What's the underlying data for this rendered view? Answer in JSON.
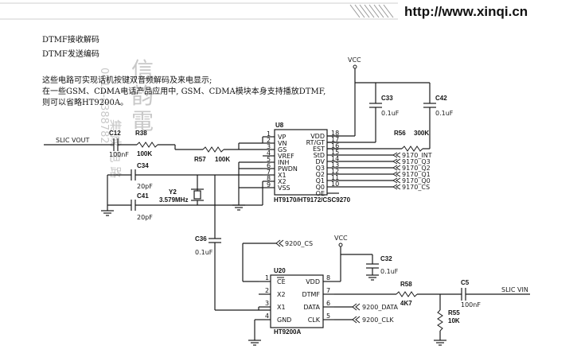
{
  "header": {
    "url": "http://www.xinqi.cn"
  },
  "notes": {
    "line1": "DTMF接收解码",
    "line2": "DTMF发送编码",
    "line3": "这些电路可实现话机按键双音频解码及来电显示;",
    "line4": "在一些GSM、CDMA电话产品应用中, GSM、CDMA模块本身支持播放DTMF,",
    "line5": "则可以省略HT9200A。"
  },
  "watermark": {
    "chars": [
      "信",
      "韵",
      "電"
    ],
    "sub": "集 成 电 路",
    "phone": "0813-8388782"
  },
  "u8": {
    "ref": "U8",
    "part": "HT9170/HT9172/CSC9270",
    "left_pins": [
      {
        "num": "1",
        "name": "VP"
      },
      {
        "num": "2",
        "name": "VN"
      },
      {
        "num": "3",
        "name": "GS"
      },
      {
        "num": "4",
        "name": "VREF"
      },
      {
        "num": "5",
        "name": "INH"
      },
      {
        "num": "6",
        "name": "PWDN"
      },
      {
        "num": "7",
        "name": "X1"
      },
      {
        "num": "8",
        "name": "X2"
      },
      {
        "num": "9",
        "name": "VSS"
      }
    ],
    "right_pins": [
      {
        "num": "18",
        "name": "VDD"
      },
      {
        "num": "17",
        "name": "RT/GT"
      },
      {
        "num": "16",
        "name": "EST"
      },
      {
        "num": "15",
        "name": "StD"
      },
      {
        "num": "14",
        "name": "DV"
      },
      {
        "num": "13",
        "name": "Q3"
      },
      {
        "num": "12",
        "name": "Q2"
      },
      {
        "num": "11",
        "name": "Q1"
      },
      {
        "num": "10",
        "name": "Q0"
      },
      {
        "num": "",
        "name": "OE"
      }
    ]
  },
  "u8_nets": [
    "9170_INT",
    "9170_Q3",
    "9170_Q2",
    "9170_Q1",
    "9170_Q0",
    "9170_CS"
  ],
  "u20": {
    "ref": "U20",
    "part": "HT9200A",
    "left_pins": [
      {
        "num": "1",
        "name": "CE"
      },
      {
        "num": "2",
        "name": "X2"
      },
      {
        "num": "3",
        "name": "X1"
      },
      {
        "num": "4",
        "name": "GND"
      }
    ],
    "right_pins": [
      {
        "num": "8",
        "name": "VDD"
      },
      {
        "num": "7",
        "name": "DTMF"
      },
      {
        "num": "6",
        "name": "DATA"
      },
      {
        "num": "5",
        "name": "CLK"
      }
    ]
  },
  "u20_nets": {
    "cs": "9200_CS",
    "data": "9200_DATA",
    "clk": "9200_CLK"
  },
  "signals": {
    "vout": "SLIC VOUT",
    "vin": "SLIC VIN",
    "vcc": "VCC"
  },
  "parts": {
    "c12": {
      "ref": "C12",
      "value": "100nF"
    },
    "r38": {
      "ref": "R38",
      "value": "100K"
    },
    "r57": {
      "ref": "R57",
      "value": "100K"
    },
    "c34": {
      "ref": "C34",
      "value": "20pF"
    },
    "c41": {
      "ref": "C41",
      "value": "20pF"
    },
    "y2": {
      "ref": "Y2",
      "value": "3.579MHz"
    },
    "c33": {
      "ref": "C33",
      "value": "0.1uF"
    },
    "c42": {
      "ref": "C42",
      "value": "0.1uF"
    },
    "r56": {
      "ref": "R56",
      "value": "300K"
    },
    "c36": {
      "ref": "C36",
      "value": "0.1uF"
    },
    "c32": {
      "ref": "C32",
      "value": "0.1uF"
    },
    "r58": {
      "ref": "R58",
      "value": "4K7"
    },
    "c5": {
      "ref": "C5",
      "value": "100nF"
    },
    "r55": {
      "ref": "R55",
      "value": "10K"
    }
  }
}
